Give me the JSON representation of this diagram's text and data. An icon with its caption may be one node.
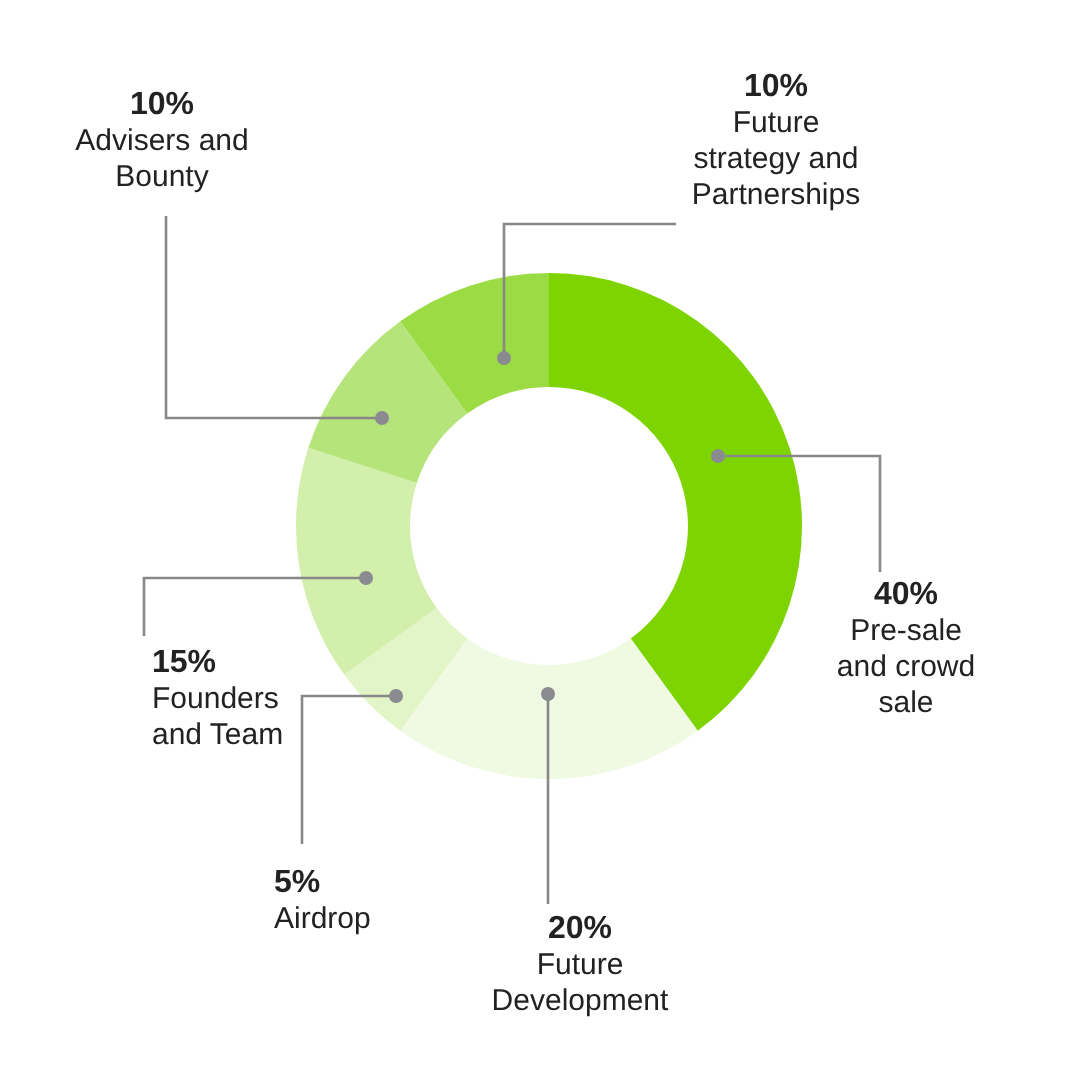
{
  "diagram": {
    "chart_data": {
      "type": "donut",
      "categories": [
        "Pre-sale and crowd sale",
        "Future Development",
        "Airdrop",
        "Founders and Team",
        "Advisers and Bounty",
        "Future strategy and Partnerships"
      ],
      "values": [
        40,
        20,
        5,
        15,
        10,
        10
      ],
      "value_labels": [
        "40%",
        "20%",
        "5%",
        "15%",
        "10%",
        "10%"
      ]
    }
  }
}
